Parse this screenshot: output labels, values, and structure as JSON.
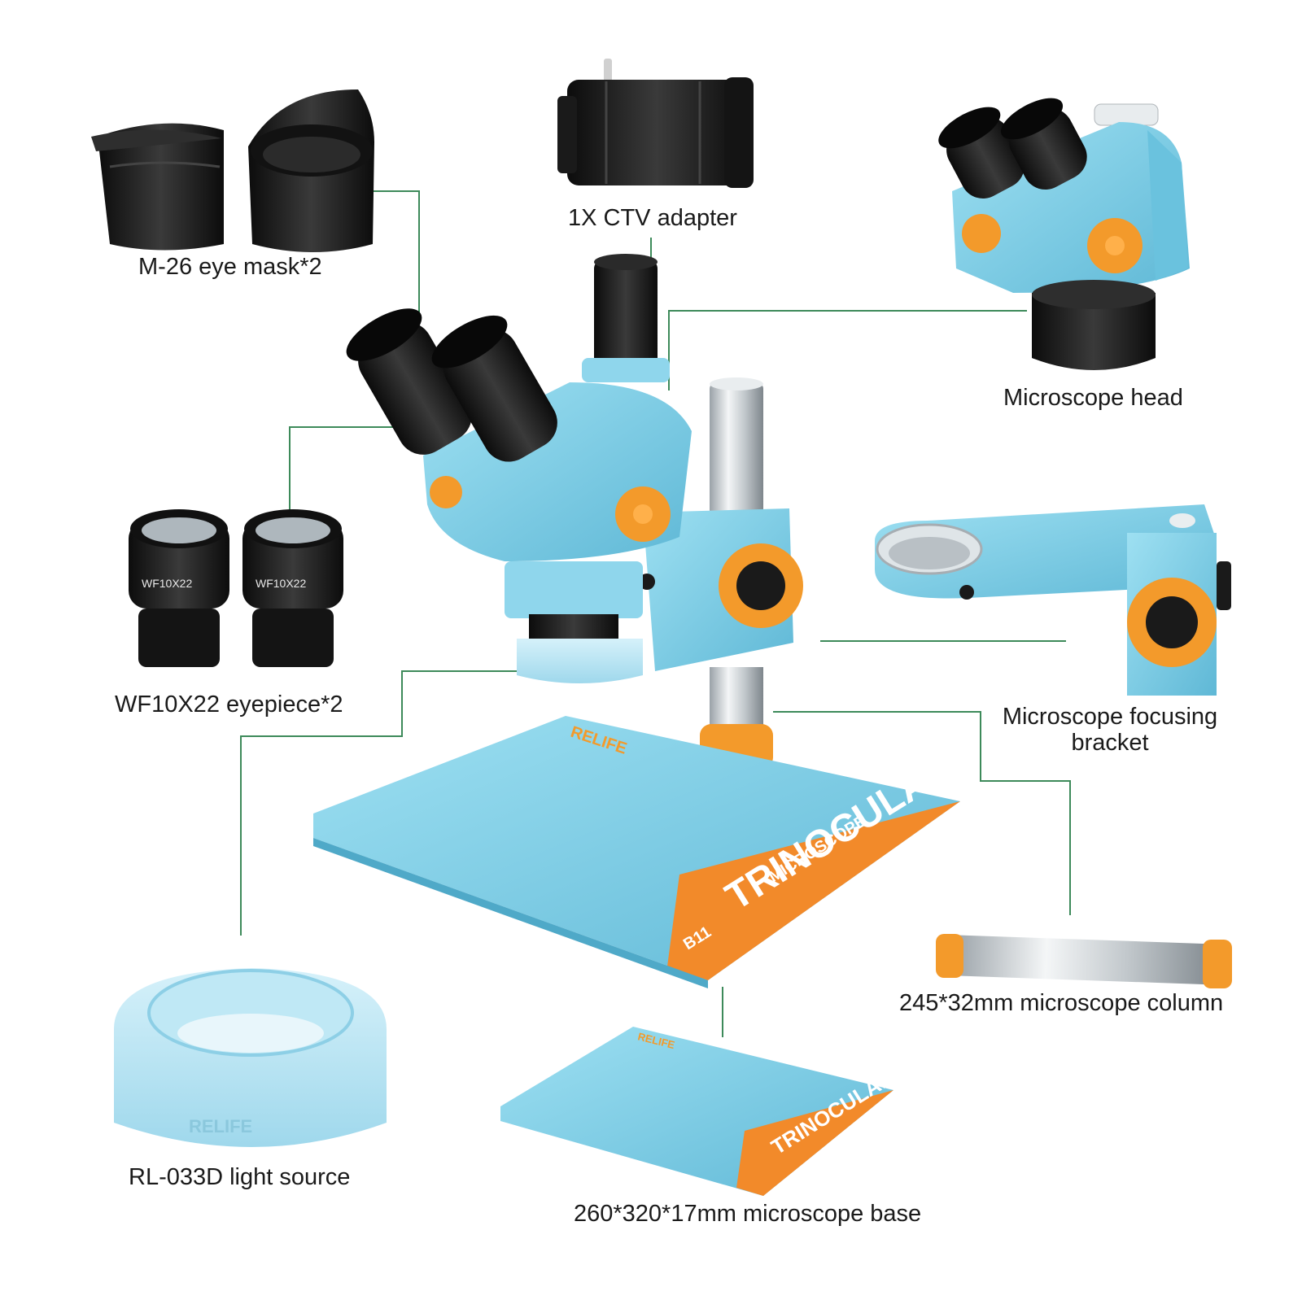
{
  "labels": {
    "eye_mask": "M-26 eye mask*2",
    "ctv_adapter": "1X CTV adapter",
    "microscope_head": "Microscope head",
    "eyepiece": "WF10X22 eyepiece*2",
    "focusing_bracket_line1": "Microscope focusing",
    "focusing_bracket_line2": "bracket",
    "column": "245*32mm microscope column",
    "light_source": "RL-033D light source",
    "base": "260*320*17mm microscope base"
  },
  "product_print": {
    "eyepiece_marking": "WF10X22",
    "base_title": "TRINOCULAR",
    "base_subtitle": "MICROSCOPE",
    "model": "B11",
    "brand": "RELIFE"
  },
  "colors": {
    "body_blue": "#7fcfe8",
    "body_blue_dark": "#5fb8d6",
    "knob_orange": "#f39a2b",
    "stripe_orange": "#f28a2a",
    "rubber_black": "#1c1c1c",
    "chrome": "#cfd4d8",
    "leader_line": "#3d8a5a"
  }
}
